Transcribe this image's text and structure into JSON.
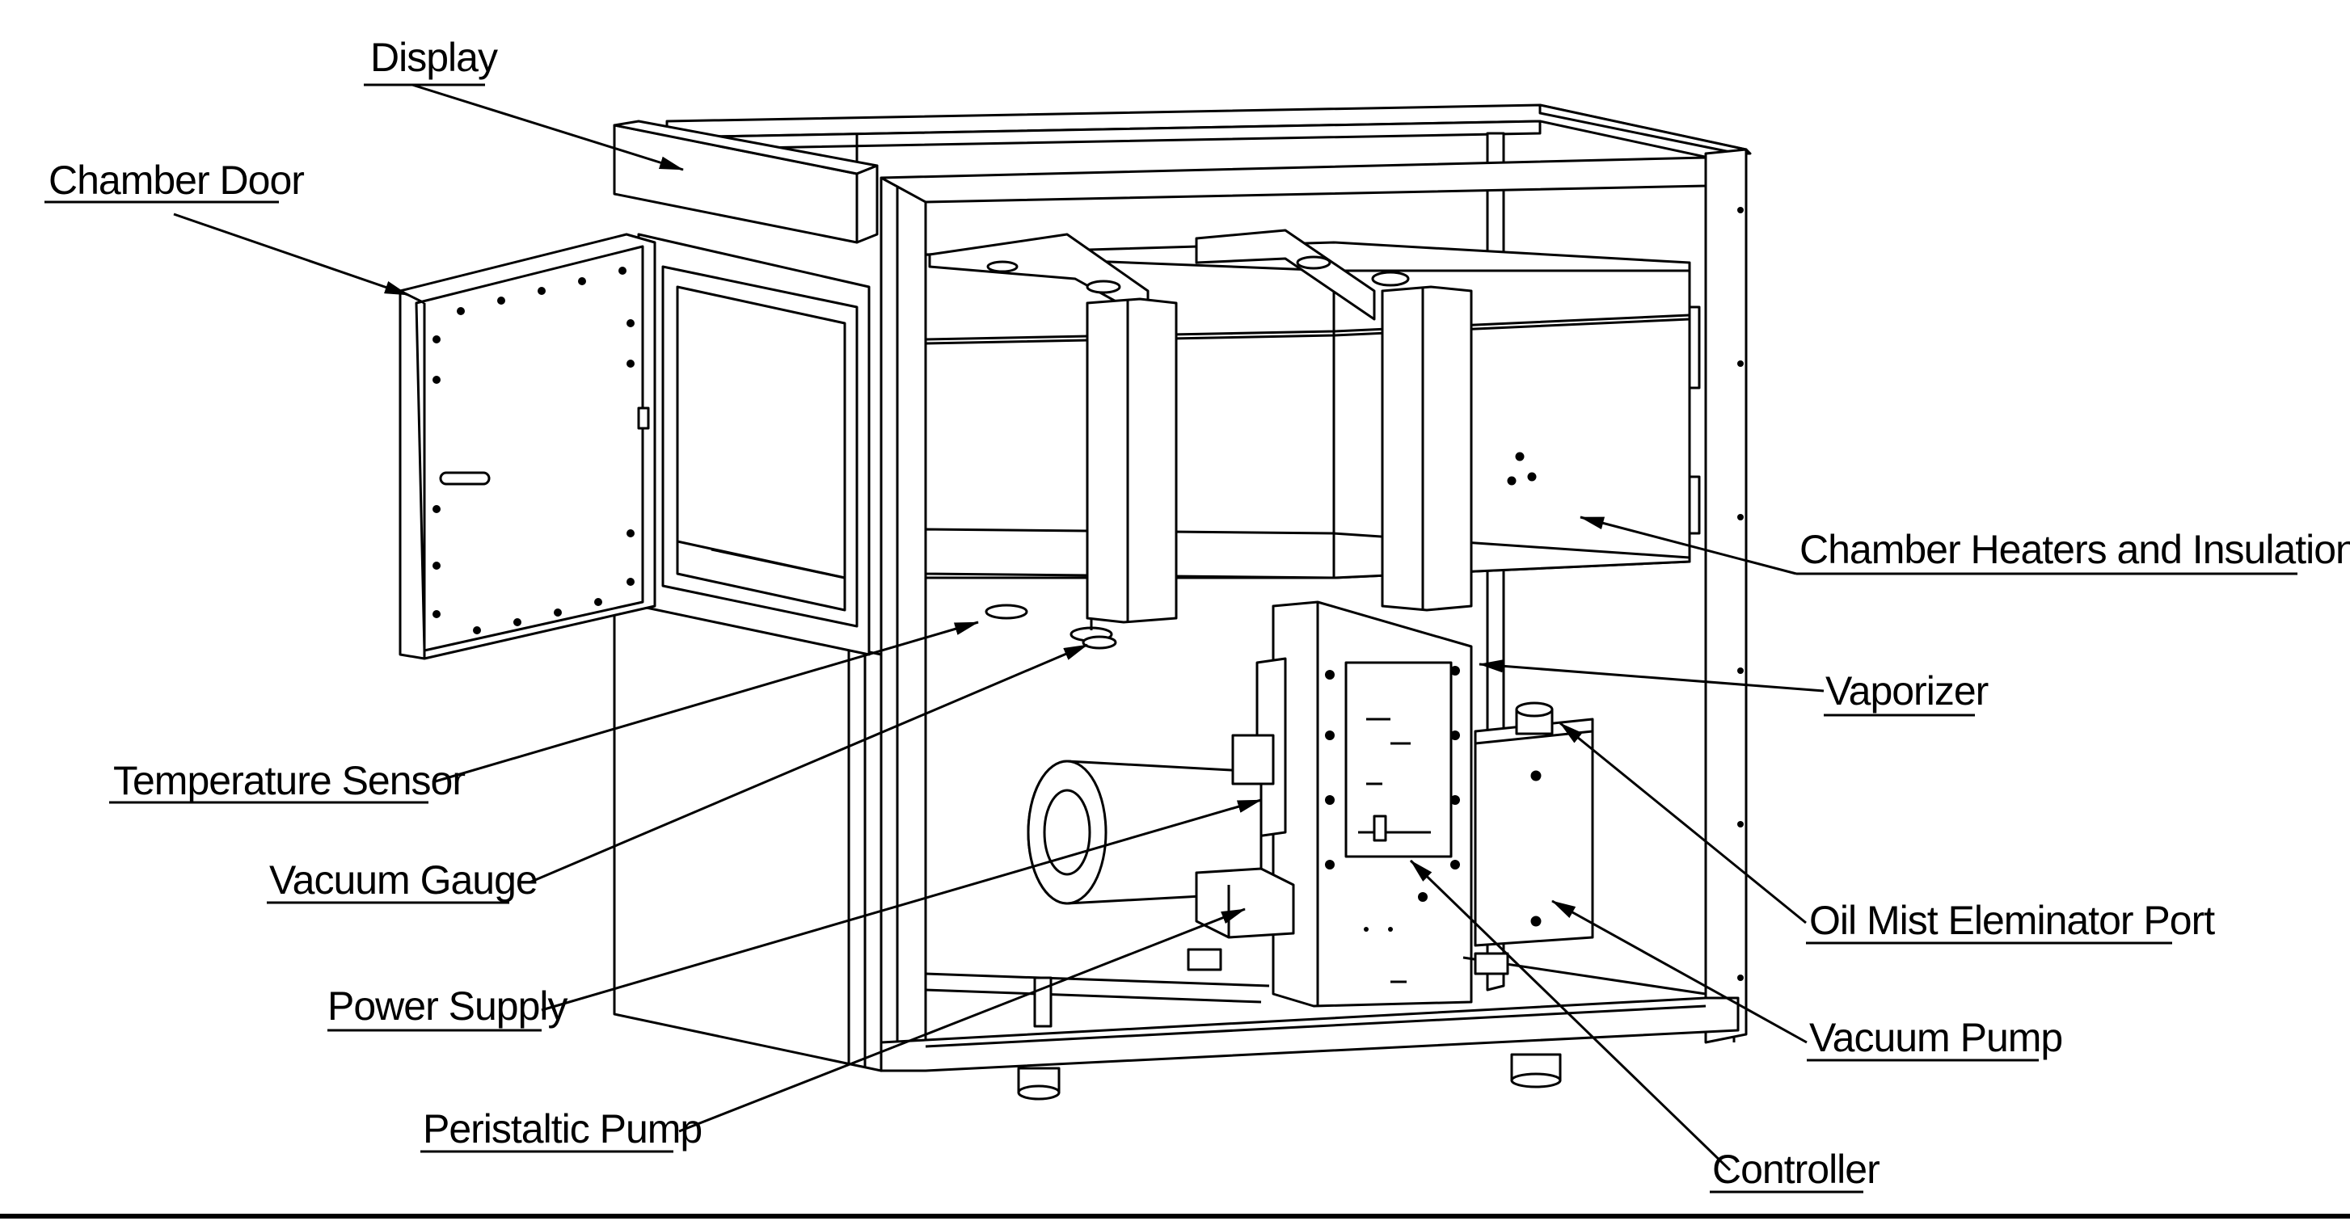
{
  "labels": {
    "display": "Display",
    "chamber_door": "Chamber Door",
    "chamber_heaters": "Chamber Heaters and Insulation",
    "vaporizer": "Vaporizer",
    "temperature_sensor": "Temperature Sensor",
    "vacuum_gauge": "Vacuum Gauge",
    "oil_mist_port": "Oil Mist Eleminator Port",
    "power_supply": "Power Supply",
    "vacuum_pump": "Vacuum Pump",
    "peristaltic_pump": "Peristaltic Pump",
    "controller": "Controller"
  }
}
